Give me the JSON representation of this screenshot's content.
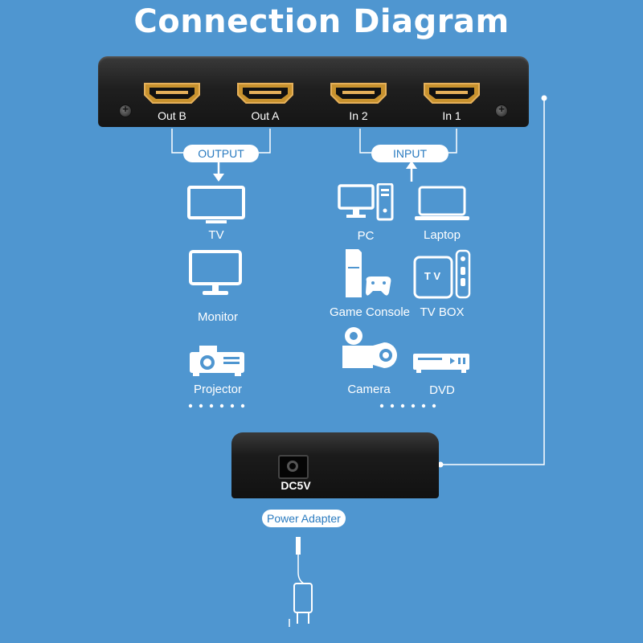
{
  "title": "Connection Diagram",
  "ports": {
    "out_b": "Out B",
    "out_a": "Out A",
    "in_2": "In 2",
    "in_1": "In 1"
  },
  "groups": {
    "output": "OUTPUT",
    "input": "INPUT"
  },
  "outputs": [
    {
      "label": "TV",
      "icon": "tv-icon"
    },
    {
      "label": "Monitor",
      "icon": "monitor-icon"
    },
    {
      "label": "Projector",
      "icon": "projector-icon"
    }
  ],
  "inputs": [
    {
      "label": "PC",
      "icon": "pc-icon"
    },
    {
      "label": "Laptop",
      "icon": "laptop-icon"
    },
    {
      "label": "Game Console",
      "icon": "game-console-icon"
    },
    {
      "label": "TV BOX",
      "icon": "tv-box-icon"
    },
    {
      "label": "Camera",
      "icon": "camera-icon"
    },
    {
      "label": "DVD",
      "icon": "dvd-icon"
    }
  ],
  "tvbox_text": "T V",
  "power": {
    "dc_label": "DC5V",
    "adapter_label": "Power Adapter"
  },
  "colors": {
    "background": "#4f96d0",
    "device": "#1f1f1f",
    "port_gold": "#c8922e",
    "pill_text": "#2a7bc0"
  }
}
